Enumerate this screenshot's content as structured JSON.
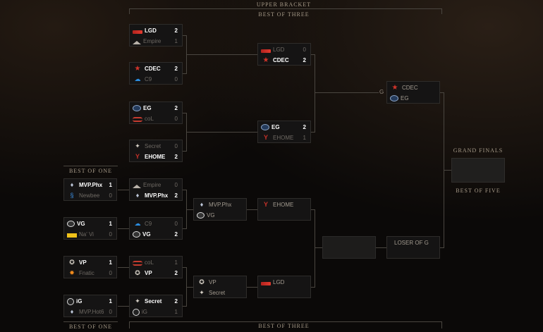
{
  "labels": {
    "upper_bracket": "UPPER BRACKET",
    "best_of_three_top": "BEST OF THREE",
    "best_of_one_top": "BEST OF ONE",
    "best_of_one_bottom": "BEST OF ONE",
    "best_of_three_bottom": "BEST OF THREE",
    "grand_finals": "GRAND FINALS",
    "best_of_five": "BEST OF FIVE",
    "loser_of_g": "LOSER OF G",
    "g_marker": "G"
  },
  "upper_r1": [
    {
      "t1": {
        "name": "LGD",
        "score": "2",
        "icon": "lgd-logo-icon"
      },
      "t2": {
        "name": "Empire",
        "score": "1",
        "icon": "empire-logo-icon"
      }
    },
    {
      "t1": {
        "name": "CDEC",
        "score": "2",
        "icon": "cdec-logo-icon"
      },
      "t2": {
        "name": "C9",
        "score": "0",
        "icon": "c9-logo-icon"
      }
    },
    {
      "t1": {
        "name": "EG",
        "score": "2",
        "icon": "eg-logo-icon"
      },
      "t2": {
        "name": "coL",
        "score": "0",
        "icon": "col-logo-icon"
      }
    },
    {
      "t1": {
        "name": "Secret",
        "score": "0",
        "icon": "secret-logo-icon"
      },
      "t2": {
        "name": "EHOME",
        "score": "2",
        "icon": "ehome-logo-icon"
      }
    }
  ],
  "upper_r2": [
    {
      "t1": {
        "name": "LGD",
        "score": "0"
      },
      "t2": {
        "name": "CDEC",
        "score": "2"
      }
    },
    {
      "t1": {
        "name": "EG",
        "score": "2"
      },
      "t2": {
        "name": "EHOME",
        "score": "1"
      }
    }
  ],
  "upper_final": {
    "t1": {
      "name": "CDEC"
    },
    "t2": {
      "name": "EG"
    }
  },
  "lower_r1": [
    {
      "t1": {
        "name": "MVP.Phx",
        "score": "1"
      },
      "t2": {
        "name": "Newbee",
        "score": "0"
      }
    },
    {
      "t1": {
        "name": "VG",
        "score": "1"
      },
      "t2": {
        "name": "Na' Vi",
        "score": "0"
      }
    },
    {
      "t1": {
        "name": "VP",
        "score": "1"
      },
      "t2": {
        "name": "Fnatic",
        "score": "0"
      }
    },
    {
      "t1": {
        "name": "iG",
        "score": "1"
      },
      "t2": {
        "name": "MVP.Hot6",
        "score": "0"
      }
    }
  ],
  "lower_r2": [
    {
      "t1": {
        "name": "Empire",
        "score": "0"
      },
      "t2": {
        "name": "MVP.Phx",
        "score": "2"
      }
    },
    {
      "t1": {
        "name": "C9",
        "score": "0"
      },
      "t2": {
        "name": "VG",
        "score": "2"
      }
    },
    {
      "t1": {
        "name": "coL",
        "score": "1"
      },
      "t2": {
        "name": "VP",
        "score": "2"
      }
    },
    {
      "t1": {
        "name": "Secret",
        "score": "2"
      },
      "t2": {
        "name": "iG",
        "score": "1"
      }
    }
  ],
  "lower_r3": [
    {
      "t1": {
        "name": "MVP.Phx"
      },
      "t2": {
        "name": "VG"
      }
    },
    {
      "t1": {
        "name": "VP"
      },
      "t2": {
        "name": "Secret"
      }
    }
  ],
  "lower_r4": [
    {
      "t1": {
        "name": "EHOME"
      }
    },
    {
      "t1": {
        "name": "LGD"
      }
    }
  ],
  "colors": {
    "background": "#0b0908",
    "line": "#4a4640",
    "box": "#151414",
    "winner_text": "#ffffff",
    "loser_text": "#6e6963"
  }
}
